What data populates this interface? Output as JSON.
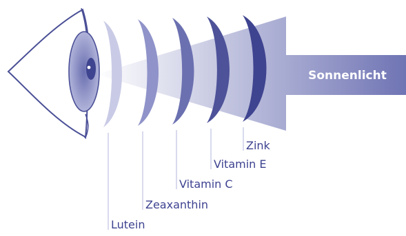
{
  "colors": {
    "primary": "#4a4f96",
    "primary_light": "#c9cbe6",
    "shield_dark": "#3f4490",
    "shield_light": "#e4e5f3",
    "arrow": "#6f74b4",
    "text_on_arrow": "#ffffff",
    "label_text": "#3d4290"
  },
  "arrow_label": "Sonnenlicht",
  "layers": [
    {
      "label": "Lutein",
      "shade": "#c9cbe6"
    },
    {
      "label": "Zeaxanthin",
      "shade": "#8f93c9"
    },
    {
      "label": "Vitamin C",
      "shade": "#6b70b0"
    },
    {
      "label": "Vitamin E",
      "shade": "#4d5299"
    },
    {
      "label": "Zink",
      "shade": "#3f4490"
    }
  ],
  "icons": [
    "eye-icon"
  ]
}
